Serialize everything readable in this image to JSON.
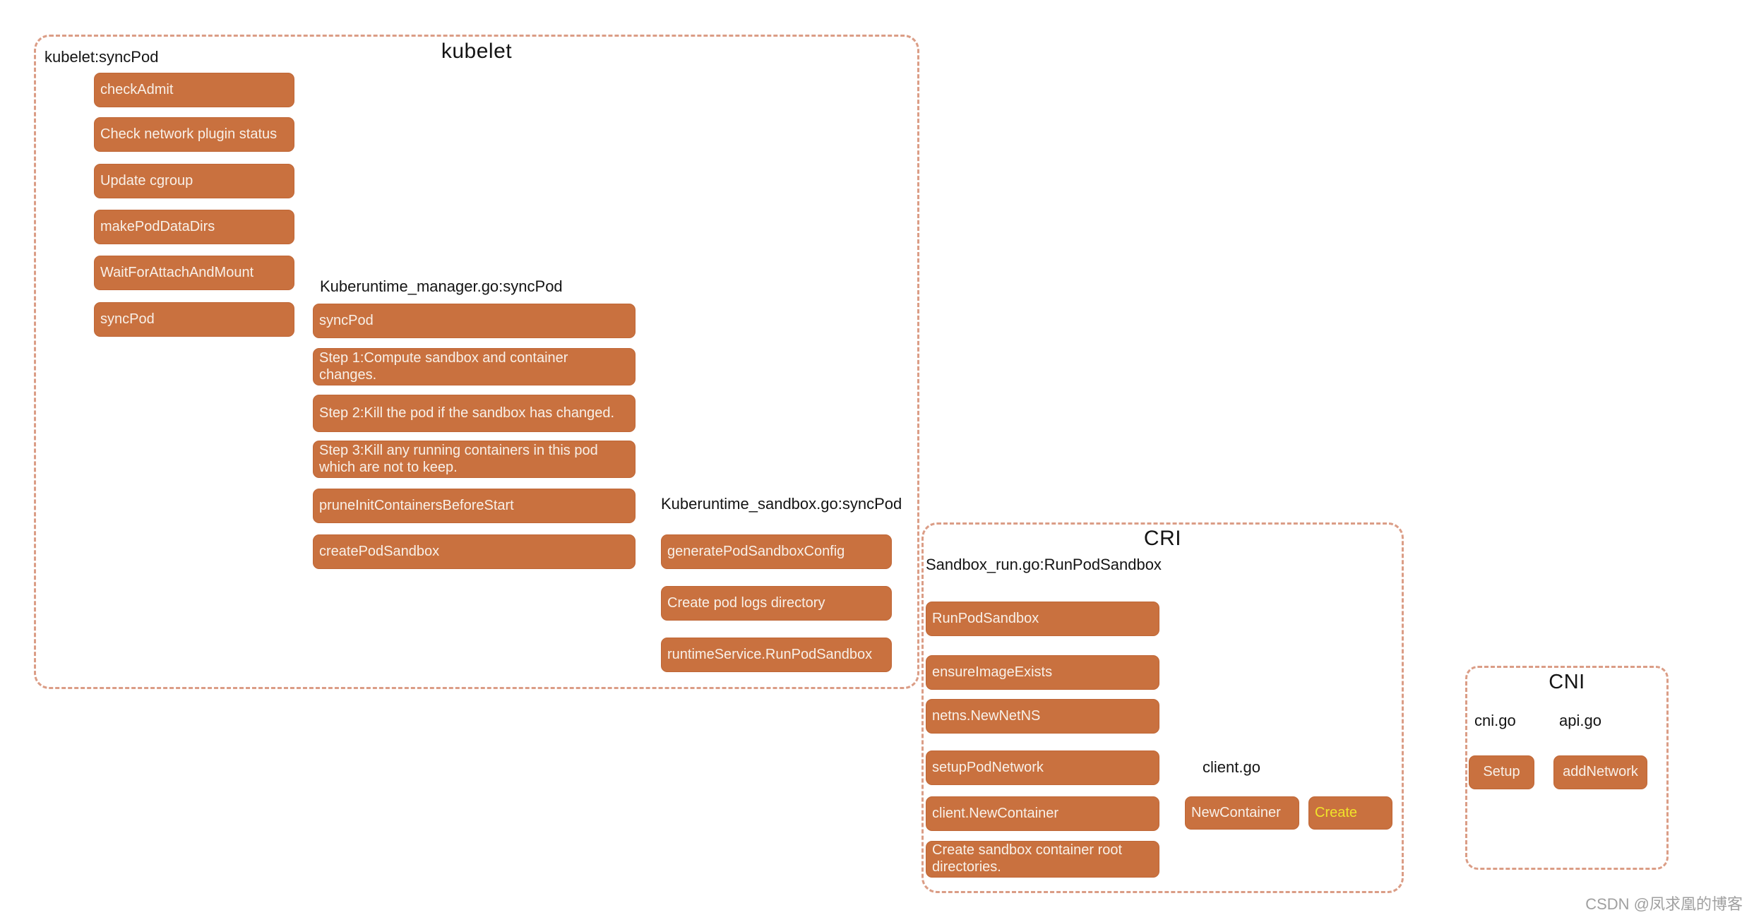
{
  "kubelet": {
    "title": "kubelet",
    "syncpod": {
      "label": "kubelet:syncPod",
      "buttons": [
        "checkAdmit",
        "Check network plugin status",
        "Update cgroup",
        "makePodDataDirs",
        "WaitForAttachAndMount",
        "syncPod"
      ]
    },
    "manager": {
      "label": "Kuberuntime_manager.go:syncPod",
      "buttons": [
        "syncPod",
        "Step 1:Compute sandbox and container changes.",
        "Step 2:Kill the pod if the sandbox has changed.",
        "Step 3:Kill any running containers in this pod which are not to keep.",
        "pruneInitContainersBeforeStart",
        "createPodSandbox"
      ]
    },
    "sandbox": {
      "label": "Kuberuntime_sandbox.go:syncPod",
      "buttons": [
        "generatePodSandboxConfig",
        "Create pod logs directory",
        "runtimeService.RunPodSandbox"
      ]
    }
  },
  "cri": {
    "title": "CRI",
    "sandbox_run": {
      "label": "Sandbox_run.go:RunPodSandbox",
      "buttons": [
        "RunPodSandbox",
        "ensureImageExists",
        "netns.NewNetNS",
        "setupPodNetwork",
        "client.NewContainer",
        "Create sandbox container root directories."
      ]
    },
    "client": {
      "label": "client.go",
      "buttons": [
        "NewContainer",
        "Create"
      ]
    }
  },
  "cni": {
    "title": "CNI",
    "files": [
      "cni.go",
      "api.go"
    ],
    "buttons": [
      "Setup",
      "addNetwork"
    ]
  },
  "watermark": {
    "text": "CSDN @凤求凰的博客"
  },
  "colors": {
    "node_fill": "#c9713f",
    "node_text": "#f8f0e8",
    "highlight_text": "#f0e32a",
    "dashed_border": "#db9d86",
    "label_text": "#141414",
    "watermark_text": "#a0a0a0",
    "background": "#ffffff"
  }
}
